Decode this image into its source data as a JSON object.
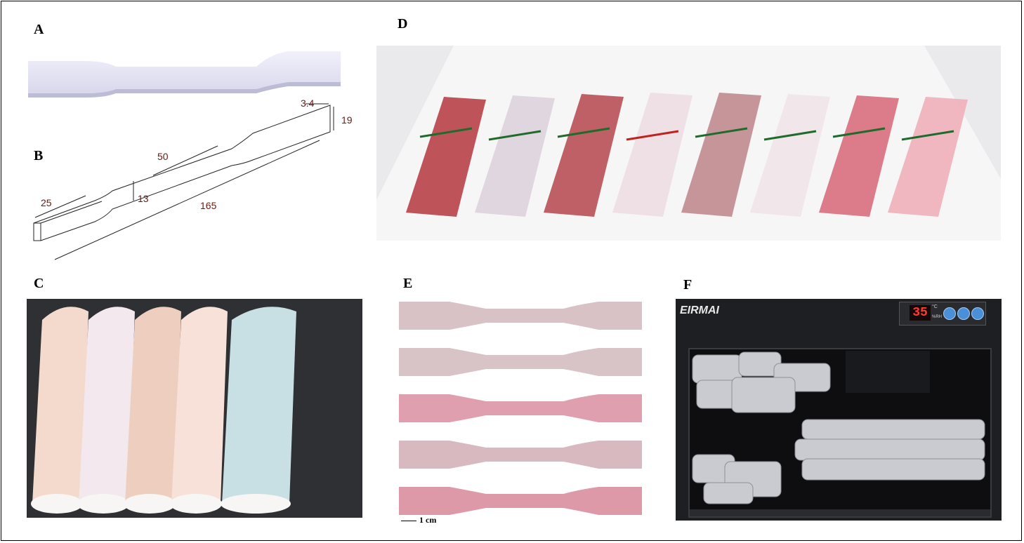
{
  "panels": {
    "a": {
      "label": "A"
    },
    "b": {
      "label": "B",
      "dims": {
        "thickness": "3.4",
        "height": "19",
        "gauge_length": "50",
        "grip": "25",
        "neck": "13",
        "total": "165"
      }
    },
    "c": {
      "label": "C"
    },
    "d": {
      "label": "D"
    },
    "e": {
      "label": "E",
      "scale_bar": "1 cm"
    },
    "f": {
      "label": "F",
      "display": "35",
      "unit_top": "°C",
      "unit_bottom": "%RH",
      "brand": "EIRMAI"
    }
  },
  "colors": {
    "bundle_colors": [
      "#b8454b",
      "#dcd3dd",
      "#b95258",
      "#eddde2",
      "#c08c90",
      "#f0e4e7",
      "#d9707f",
      "#efb1bb"
    ],
    "band_colors": [
      "#1f6b2b",
      "#1f6b2b",
      "#1f6b2b",
      "#c0231f",
      "#1f6b2b",
      "#1f6b2b",
      "#1f6b2b",
      "#1f6b2b"
    ],
    "cylinder_colors": [
      "#f4dacd",
      "#f2e8ee",
      "#eecfbf",
      "#f7e1d9",
      "#c8e0e4"
    ],
    "strip_colors": [
      "#d9c2c6",
      "#d8c4c7",
      "#df9fae",
      "#d7b9bf",
      "#de99a8"
    ]
  }
}
